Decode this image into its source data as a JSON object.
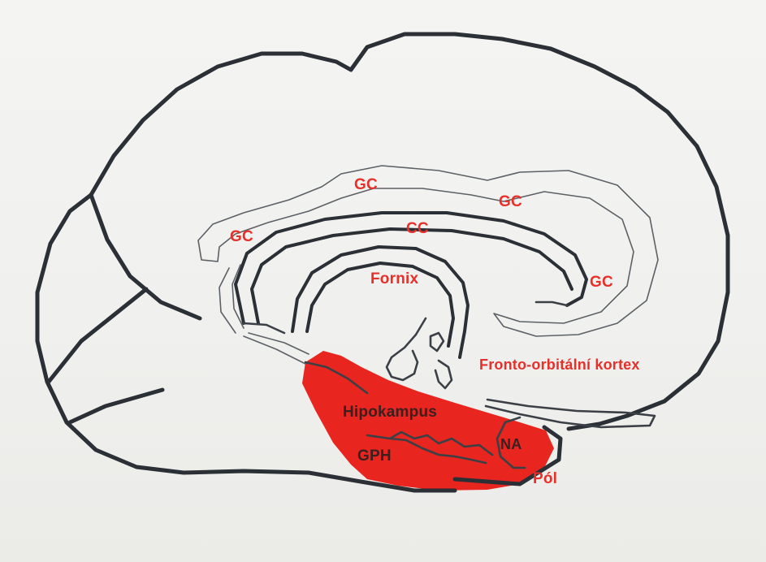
{
  "colors": {
    "label": "#e8302a",
    "label_on_region": "#3a2020",
    "highlight_region": "#e8251f",
    "outline": "#2a3036",
    "background": "#f1f1ef"
  },
  "labels": {
    "gc_top": "GC",
    "gc_upper_right": "GC",
    "gc_left": "GC",
    "gc_right": "GC",
    "cc": "CC",
    "fornix": "Fornix",
    "fronto_orbital": "Fronto-orbitální kortex",
    "hipokampus": "Hipokampus",
    "gph": "GPH",
    "na": "NA",
    "pol": "Pól"
  }
}
